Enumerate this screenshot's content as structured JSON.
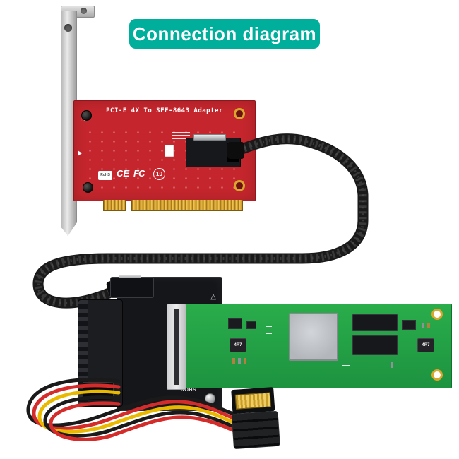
{
  "banner": {
    "title": "Connection diagram",
    "bg_color": "#00ae9c",
    "text_color": "#ffffff"
  },
  "red_card": {
    "silkscreen_title": "PCI-E 4X To SFF-8643 Adapter",
    "ref_h1": "H1",
    "cert_ce": "CE",
    "cert_fcc": "FC",
    "cert_circle_10": "10",
    "rohs_label": "RoHS",
    "board_color": "#c5262d"
  },
  "black_adapter": {
    "rohs_label": "ROHS",
    "warning_symbol": "△",
    "board_color": "#15161a"
  },
  "green_ssd_board": {
    "inductor_label_left": "4R7",
    "inductor_label_right": "4R7",
    "board_color": "#23a345"
  },
  "cable_color": "#1a1a1a",
  "wire_colors": [
    "#d42b2b",
    "#e9b900",
    "#1a1a1a"
  ],
  "gold_color": "#e2b54b"
}
